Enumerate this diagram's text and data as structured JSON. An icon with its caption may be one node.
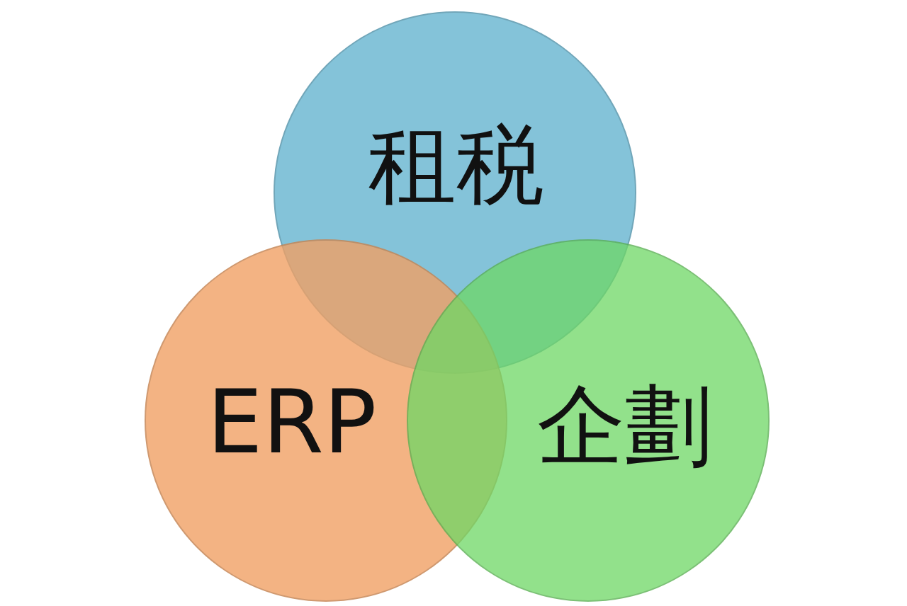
{
  "diagram": {
    "nodes": [
      {
        "text": [
          "租税"
        ]
      },
      {
        "text": [
          "ERP"
        ]
      },
      {
        "text": [
          "企劃"
        ]
      }
    ]
  }
}
